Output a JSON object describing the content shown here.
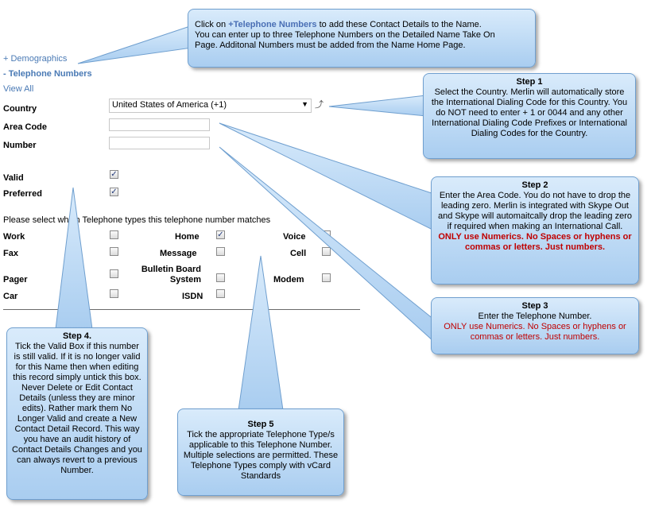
{
  "sections": {
    "demographics": "+ Demographics",
    "telephone_numbers": "- Telephone Numbers",
    "view_all": "View All"
  },
  "form": {
    "country_label": "Country",
    "country_value": "United States of America (+1)",
    "area_code_label": "Area Code",
    "area_code_value": "",
    "number_label": "Number",
    "number_value": "",
    "valid_label": "Valid",
    "valid_checked": true,
    "preferred_label": "Preferred",
    "preferred_checked": true,
    "types_prompt": "Please select which Telephone types this telephone number matches"
  },
  "types": {
    "work": {
      "label": "Work",
      "checked": false
    },
    "home": {
      "label": "Home",
      "checked": true
    },
    "voice": {
      "label": "Voice",
      "checked": false
    },
    "fax": {
      "label": "Fax",
      "checked": false
    },
    "message": {
      "label": "Message",
      "checked": false
    },
    "cell": {
      "label": "Cell",
      "checked": false
    },
    "pager": {
      "label": "Pager",
      "checked": false
    },
    "bbs_line1": "Bulletin Board",
    "bbs_line2": "System",
    "bbs_checked": false,
    "modem": {
      "label": "Modem",
      "checked": false
    },
    "car": {
      "label": "Car",
      "checked": false
    },
    "isdn": {
      "label": "ISDN",
      "checked": false
    }
  },
  "callouts": {
    "top": {
      "pre": "Click on ",
      "link": "+Telephone Numbers",
      "post": " to add these Contact Details to the Name.",
      "line2": "You can enter up to three Telephone Numbers on the Detailed Name Take On",
      "line3": "Page.  Additonal Numbers must be added from the Name Home Page."
    },
    "step1": {
      "title": "Step 1",
      "body": "Select the Country.  Merlin will automatically store the International Dialing Code for this Country.  You do NOT need to enter + 1 or 0044 and any other International Dialing Code Prefixes or International Dialing Codes for the Country."
    },
    "step2": {
      "title": "Step 2",
      "body": "Enter the Area Code.  You do not have to drop the leading zero.  Merlin is integrated with Skype Out and Skype will automaitcally drop the leading zero if required when making an International Call.",
      "warning": "ONLY use Numerics.  No Spaces or hyphens or commas or letters.  Just numbers."
    },
    "step3": {
      "title": "Step 3",
      "body": "Enter the Telephone Number.",
      "warning": "ONLY use Numerics.  No Spaces or hyphens or commas or letters.  Just numbers."
    },
    "step4": {
      "title": "Step 4.",
      "body": "Tick the Valid Box if this number is still valid.  If it is no longer valid for this Name then when editing this record simply untick this box.  Never Delete or Edit Contact Details (unless they are minor edits).  Rather mark them No Longer Valid and create a New Contact Detail Record.  This way you have an audit history of Contact Details Changes and you can always revert to a previous Number."
    },
    "step5": {
      "title": "Step 5",
      "body": "Tick the appropriate Telephone Type/s applicable to this Telephone Number.  Multiple selections are permitted.  These Telephone Types comply with vCard Standards"
    }
  },
  "colors": {
    "link": "#4a7ab5",
    "callout_top": "#d9ebfb",
    "callout_bottom": "#a9cdf0",
    "callout_border": "#6f9fcf",
    "warning": "#c00000"
  }
}
